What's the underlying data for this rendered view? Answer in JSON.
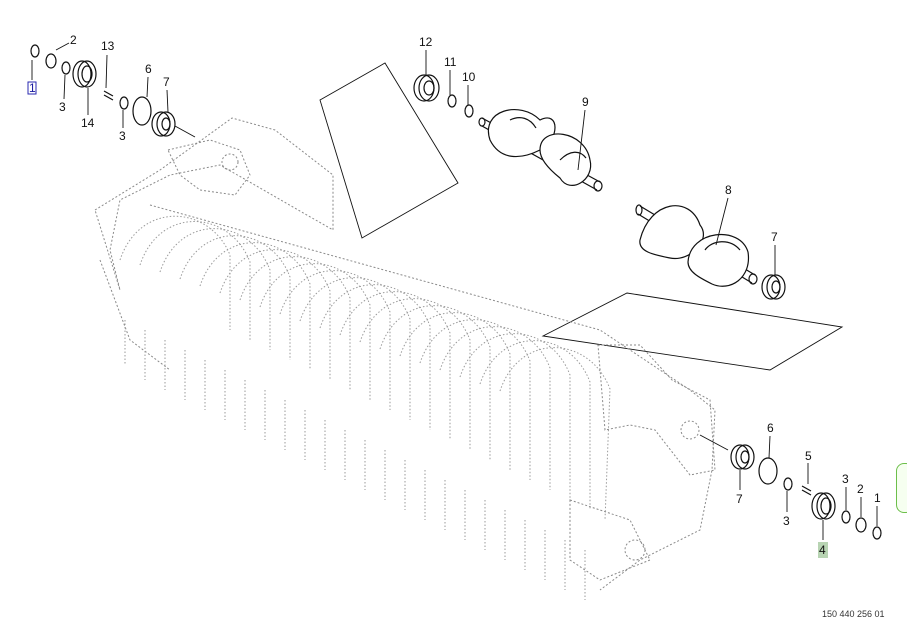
{
  "diagram": {
    "callouts": {
      "c1_top": "1",
      "c2_top": "2",
      "c3_top_a": "3",
      "c3_top_b": "3",
      "c14": "14",
      "c13": "13",
      "c6_top": "6",
      "c7_top": "7",
      "c12": "12",
      "c11": "11",
      "c10": "10",
      "c9": "9",
      "c8": "8",
      "c7_mid": "7",
      "c6_bot": "6",
      "c5": "5",
      "c7_bot": "7",
      "c3_bot_a": "3",
      "c3_bot_b": "3",
      "c2_bot": "2",
      "c1_bot": "1",
      "c4": "4"
    },
    "doc_code": "150 440 256 01"
  },
  "colors": {
    "highlight_box": "#a6c9a0",
    "link_outline": "#2a2ab0",
    "side_tab_border": "#6cbf4a"
  }
}
